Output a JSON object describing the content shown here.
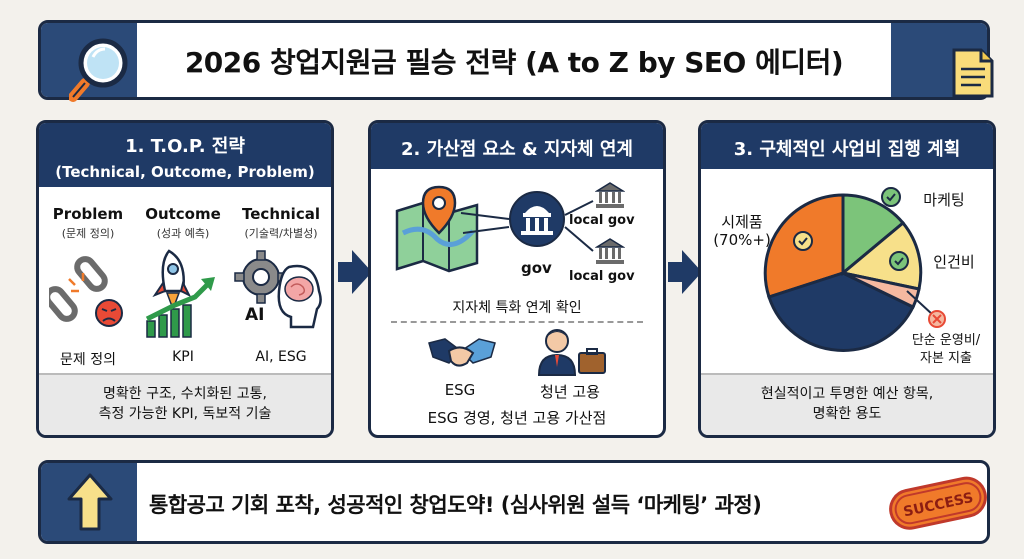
{
  "title": "2026 창업지원금 필승 전략 (A to Z by SEO 에디터)",
  "icons": {
    "title_left": "magnifier-icon",
    "title_right": "document-icon",
    "bottom_left": "up-arrow-icon",
    "bottom_right": "success-stamp-icon"
  },
  "panel1": {
    "heading": "1. T.O.P. 전략",
    "subheading": "(Technical, Outcome, Problem)",
    "columns": [
      {
        "title": "Problem",
        "subtitle": "(문제 정의)",
        "label": "문제 정의"
      },
      {
        "title": "Outcome",
        "subtitle": "(성과 예측)",
        "label": "KPI"
      },
      {
        "title": "Technical",
        "subtitle": "(기술력/차별성)",
        "label": "AI, ESG",
        "icon_text": "AI"
      }
    ],
    "footer": [
      "명확한 구조, 수치화된 고통,",
      "측정 가능한 KPI, 독보적 기술"
    ]
  },
  "panel2": {
    "heading": "2. 가산점 요소 & 지자체 연계",
    "gov": "gov",
    "local_gov_1": "local gov",
    "local_gov_2": "local gov",
    "map_caption": "지자체 특화 연계 확인",
    "esg": "ESG",
    "youth": "청년 고용",
    "footer": "ESG 경영, 청년 고용 가산점"
  },
  "panel3": {
    "heading": "3. 구체적인 사업비 집행 계획",
    "pie_labels": {
      "prototype": "시제품",
      "prototype_pct": "(70%+)",
      "marketing": "마케팅",
      "personnel": "인건비",
      "excluded_1": "단순 운영비/",
      "excluded_2": "자본 지출"
    },
    "footer": [
      "현실적이고 투명한 예산 항목,",
      "명확한 용도"
    ]
  },
  "bottom": {
    "text": "통합공고 기회 포착, 성공적인 창업도약! (심사위원 설득 ‘마케팅’ 과정)",
    "stamp": "SUCCESS"
  },
  "colors": {
    "navy": "#1f3a66",
    "orange": "#f07a2a",
    "green": "#7cc47a",
    "yellow": "#f7e08a",
    "pink": "#f5b8a0",
    "blue": "#1f3a66"
  }
}
